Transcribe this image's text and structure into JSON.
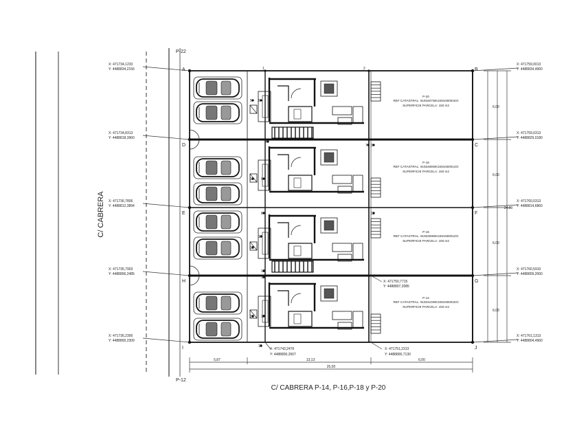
{
  "street_left": "C/ CABRERA",
  "street_bottom": "C/ CABRERA P-14, P-16,P-18 y P-20",
  "parcel_top": "P-22",
  "parcel_bottom": "P-12",
  "points_left": [
    {
      "id": "A",
      "x": "X: 471734,1233",
      "y": "Y: 4488834,2156"
    },
    {
      "id": "D",
      "x": "X: 471734,8313",
      "y": "Y: 4488818,3960"
    },
    {
      "id": "E",
      "x": "X: 471736,7806",
      "y": "Y: 4488812,3894"
    },
    {
      "id": "H",
      "x": "X: 471735,7903",
      "y": "Y: 4488806,2485"
    },
    {
      "id": "I",
      "x": "X: 471736,2300",
      "y": "Y: 4488800,2309"
    }
  ],
  "points_right": [
    {
      "id": "B",
      "x": "X: 471759,0013",
      "y": "Y: 4488834,4960"
    },
    {
      "id": "C",
      "x": "X: 471759,0313",
      "y": "Y: 4488829,0180"
    },
    {
      "id": "F",
      "x": "X: 471760,0313",
      "y": "Y: 4488814,6860"
    },
    {
      "id": "G",
      "x": "X: 471760,5910",
      "y": "Y: 4488809,2060"
    },
    {
      "id": "J",
      "x": "X: 471761,1313",
      "y": "Y: 4488804,4960"
    }
  ],
  "bottom_coords": [
    {
      "x": "X: 471743,2476",
      "y": "Y: 4488800,2607"
    },
    {
      "x": "X: 471751,2313",
      "y": "Y: 4488800,7130"
    }
  ],
  "mid_coord": {
    "x": "X: 471750,7715",
    "y": "Y: 4488807,2085"
  },
  "vertex_numbers": [
    "1",
    "2",
    "3",
    "4",
    "5",
    "6",
    "7",
    "8",
    "9",
    "10",
    "11",
    "12",
    "13",
    "14",
    "15",
    "16",
    "17",
    "18"
  ],
  "plots": [
    {
      "title": "P-20",
      "ref": "REF CATASTRAL: 9193407WK3491N0001EO",
      "area": "SUPERFICIE PARCELA: 150 m2"
    },
    {
      "title": "P-18",
      "ref": "REF CATASTRAL: 9193408WK3491N0001SO",
      "area": "SUPERFICIE PARCELA: 150 m2"
    },
    {
      "title": "P-16",
      "ref": "REF CATASTRAL: 9193409WK3491N0001ZO",
      "area": "SUPERFICIE PARCELA: 150 m2"
    },
    {
      "title": "P-14",
      "ref": "REF CATASTRAL: 9193410WK3491N0001EO",
      "area": "SUPERFICIE PARCELA: 150 m2"
    }
  ],
  "dimensions_bottom": [
    "5,87",
    "13,13",
    "25,00",
    "6,00"
  ],
  "dimensions_right": [
    "6,00",
    "6,00",
    "6,00",
    "6,00",
    "24,00"
  ]
}
